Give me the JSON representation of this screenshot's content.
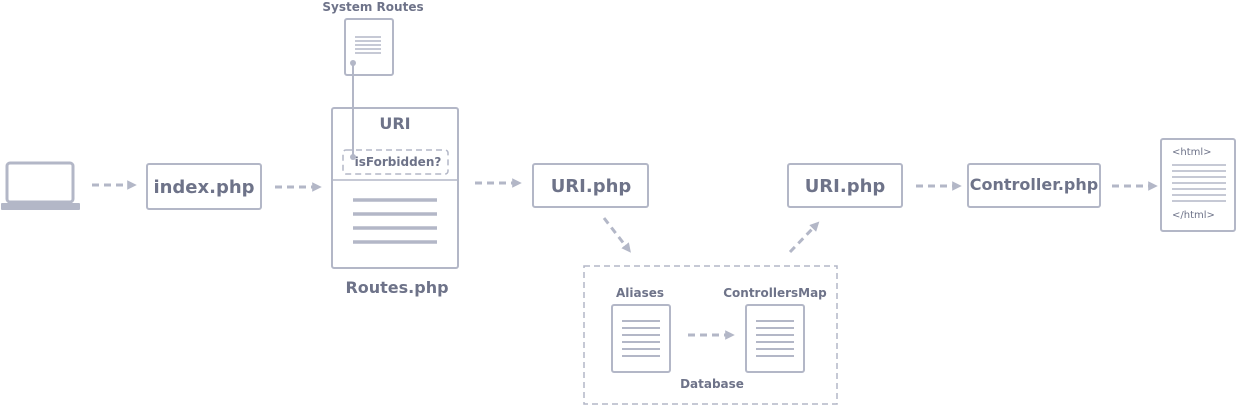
{
  "nodes": {
    "system_routes": "System Routes",
    "index": "index.php",
    "uri_heading": "URI",
    "is_forbidden": "isForbidden?",
    "routes": "Routes.php",
    "uri_php_1": "URI.php",
    "uri_php_2": "URI.php",
    "controller": "Controller.php",
    "aliases": "Aliases",
    "controllers_map": "ControllersMap",
    "database": "Database",
    "html_open": "<html>",
    "html_close": "</html>"
  },
  "colors": {
    "stroke": "#b3b7c7",
    "text": "#6e7389",
    "background": "#ffffff"
  },
  "icons": [
    "laptop-icon",
    "document-icon"
  ]
}
